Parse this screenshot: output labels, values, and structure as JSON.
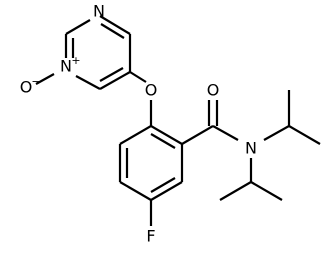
{
  "molecule": {
    "atoms": [
      {
        "id": "N_pyr_top",
        "label": "N"
      },
      {
        "id": "N_pyr_oxide",
        "label": "N",
        "charge": "+"
      },
      {
        "id": "O_oxide",
        "label": "O",
        "charge": "−"
      },
      {
        "id": "O_ether",
        "label": "O"
      },
      {
        "id": "O_carbonyl",
        "label": "O"
      },
      {
        "id": "N_amide",
        "label": "N"
      },
      {
        "id": "F",
        "label": "F"
      }
    ],
    "bond_color": "#000000",
    "label_color": "#000000",
    "background_color": "#ffffff"
  }
}
